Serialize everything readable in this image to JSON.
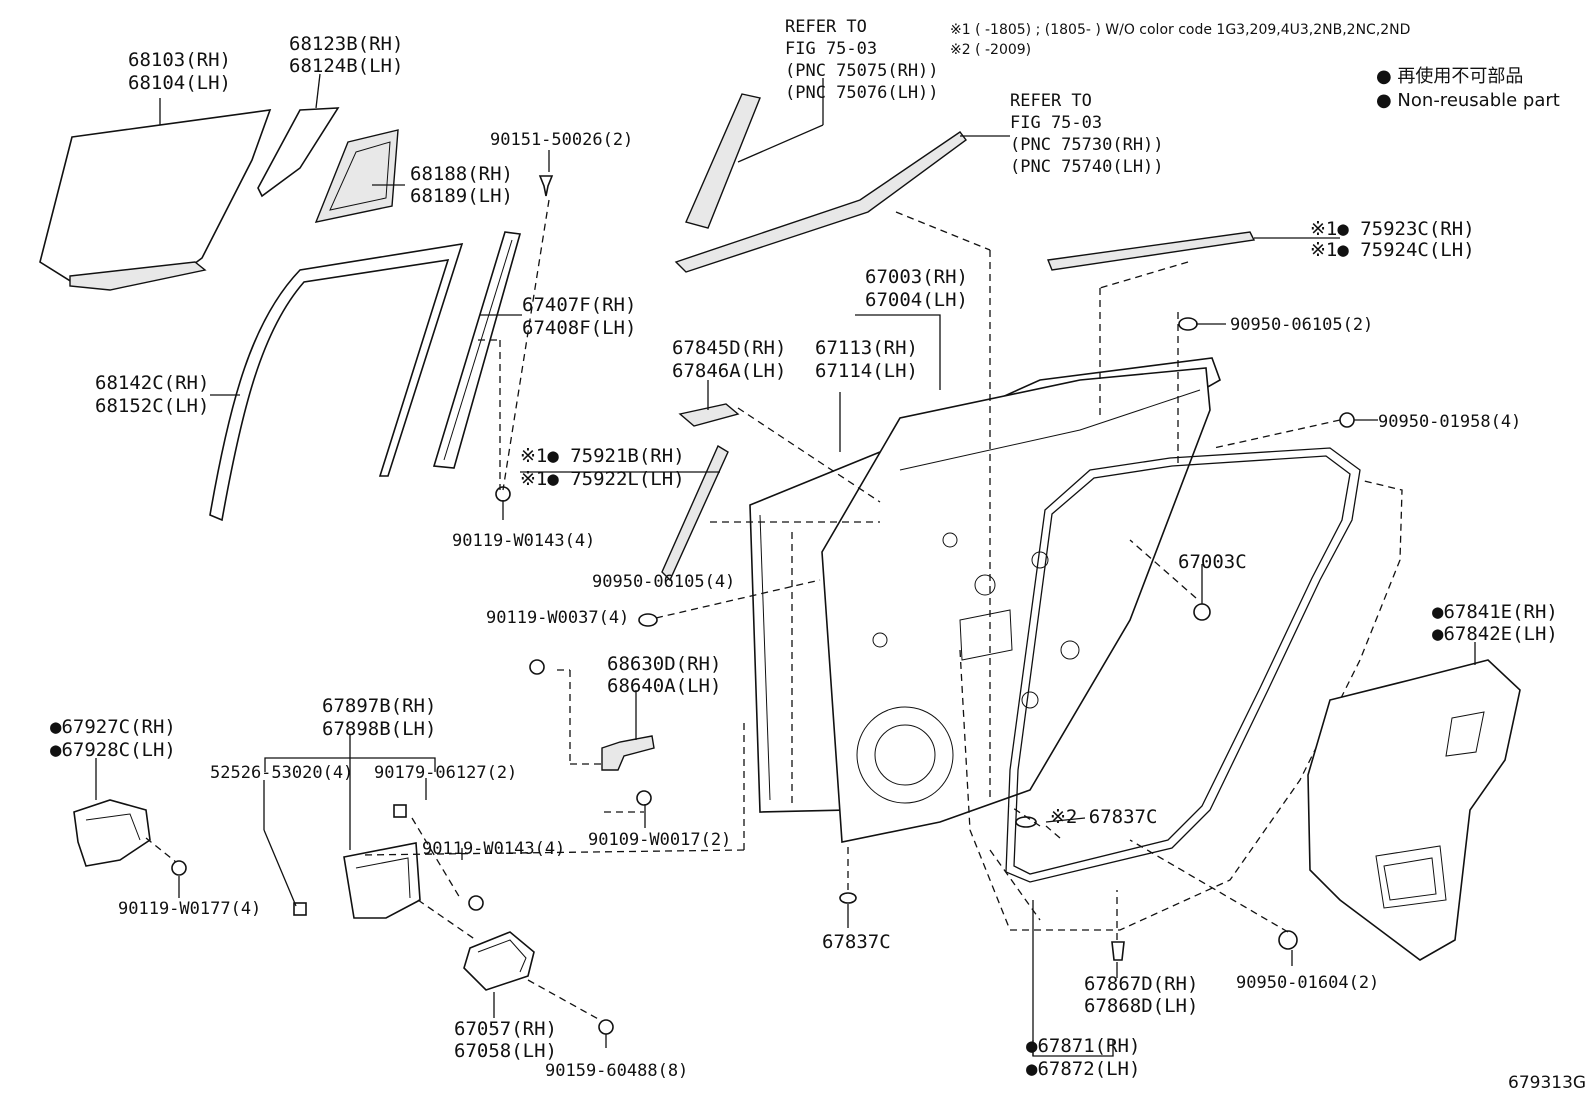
{
  "diagram_id": "679313G",
  "notes": {
    "note1": "※1 (     -1805) ; (1805-     ) W/O color code 1G3,209,4U3,2NB,2NC,2ND",
    "note2": "※2 (     -2009)"
  },
  "legend": {
    "jp": "● 再使用不可部品",
    "en": "● Non-reusable part"
  },
  "refs": {
    "ref1": [
      "REFER TO",
      "FIG 75-03",
      "(PNC 75075(RH))",
      "(PNC 75076(LH))"
    ],
    "ref2": [
      "REFER TO",
      "FIG 75-03",
      "(PNC 75730(RH))",
      "(PNC 75740(LH))"
    ]
  },
  "labels": {
    "p68103": [
      "68103(RH)",
      "68104(LH)"
    ],
    "p68123": [
      "68123B(RH)",
      "68124B(LH)"
    ],
    "p68188": [
      "68188(RH)",
      "68189(LH)"
    ],
    "p90151": "90151-50026(2)",
    "p67407": [
      "67407F(RH)",
      "67408F(LH)"
    ],
    "p68142": [
      "68142C(RH)",
      "68152C(LH)"
    ],
    "p75921": [
      "※1● 75921B(RH)",
      "※1● 75922L(LH)"
    ],
    "p90119a": "90119-W0143(4)",
    "p75923": [
      "※1● 75923C(RH)",
      "※1● 75924C(LH)"
    ],
    "p90950a": "90950-06105(2)",
    "p67003": [
      "67003(RH)",
      "67004(LH)"
    ],
    "p67113": [
      "67113(RH)",
      "67114(LH)"
    ],
    "p67845": [
      "67845D(RH)",
      "67846A(LH)"
    ],
    "p90950b": "90950-01958(4)",
    "p67003c": "67003C",
    "p90950c": "90950-06105(4)",
    "p90119b": "90119-W0037(4)",
    "p68630": [
      "68630D(RH)",
      "68640A(LH)"
    ],
    "p67841": [
      "●67841E(RH)",
      "●67842E(LH)"
    ],
    "p67927": [
      "●67927C(RH)",
      "●67928C(LH)"
    ],
    "p67897": [
      "67897B(RH)",
      "67898B(LH)"
    ],
    "p52526": "52526-53020(4)",
    "p90179": "90179-06127(2)",
    "p90119c": "90119-W0143(4)",
    "p90109": "90109-W0017(2)",
    "p67837a": "※2 67837C",
    "p90119d": "90119-W0177(4)",
    "p67837b": "67837C",
    "p90950d": "90950-01604(2)",
    "p67867": [
      "67867D(RH)",
      "67868D(LH)"
    ],
    "p67057": [
      "67057(RH)",
      "67058(LH)"
    ],
    "p90159": "90159-60488(8)",
    "p67871": [
      "●67871(RH)",
      "●67872(LH)"
    ]
  }
}
